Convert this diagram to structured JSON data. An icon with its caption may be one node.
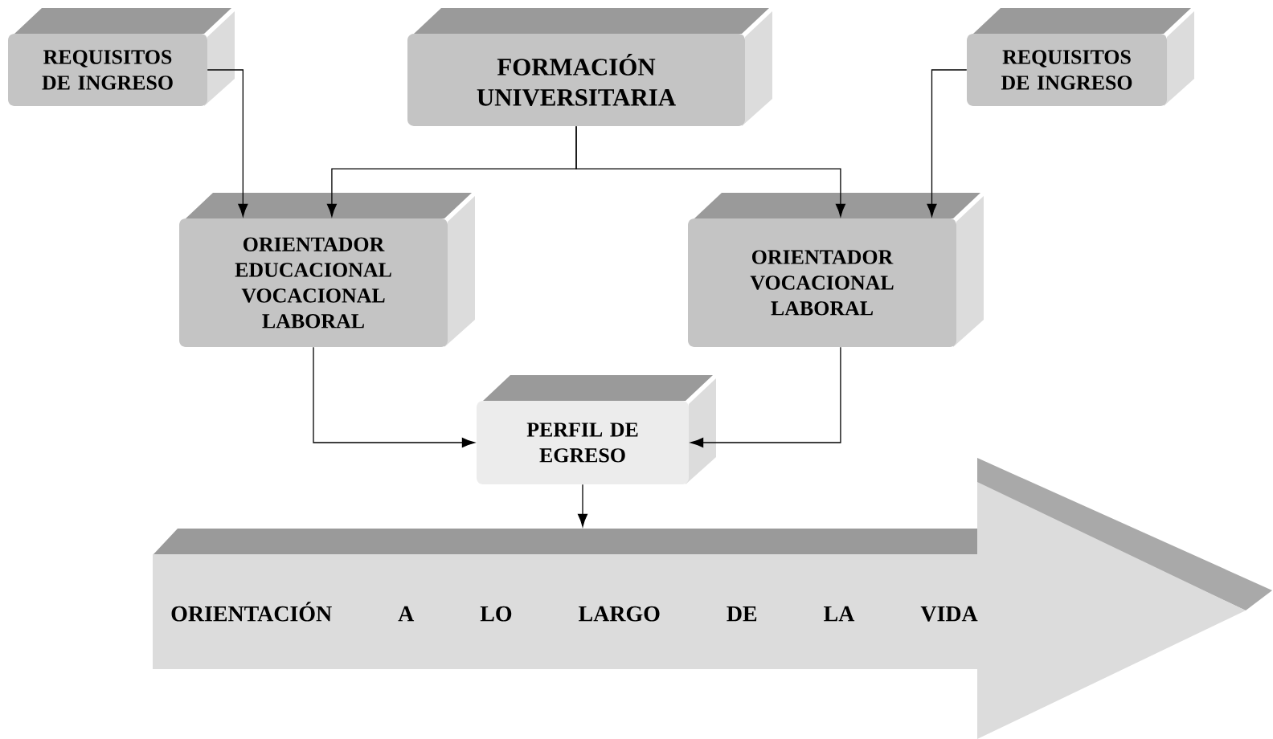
{
  "diagram": {
    "nodes": [
      {
        "text": [
          "REQUISITOS DE INGRESO"
        ]
      },
      {
        "text": [
          "FORMACIÓN UNIVERSITARIA"
        ]
      },
      {
        "text": [
          "REQUISITOS DE INGRESO"
        ]
      },
      {
        "text": [
          "ORIENTADOR EDUCACIONAL VOCACIONAL LABORAL"
        ]
      },
      {
        "text": [
          "ORIENTADOR VOCACIONAL LABORAL"
        ]
      },
      {
        "text": [
          "PERFIL DE EGRESO"
        ]
      },
      {
        "text": [
          "ORIENTACIÓN A LO LARGO DE LA VIDA"
        ]
      }
    ],
    "edges": [
      {
        "from": 0,
        "to": 3,
        "arrow": "to"
      },
      {
        "from": 1,
        "to": 3,
        "arrow": "to"
      },
      {
        "from": 1,
        "to": 4,
        "arrow": "to"
      },
      {
        "from": 2,
        "to": 4,
        "arrow": "to"
      },
      {
        "from": 3,
        "to": 5,
        "arrow": "to"
      },
      {
        "from": 4,
        "to": 5,
        "arrow": "to"
      },
      {
        "from": 5,
        "to": 6,
        "arrow": "to"
      }
    ]
  }
}
